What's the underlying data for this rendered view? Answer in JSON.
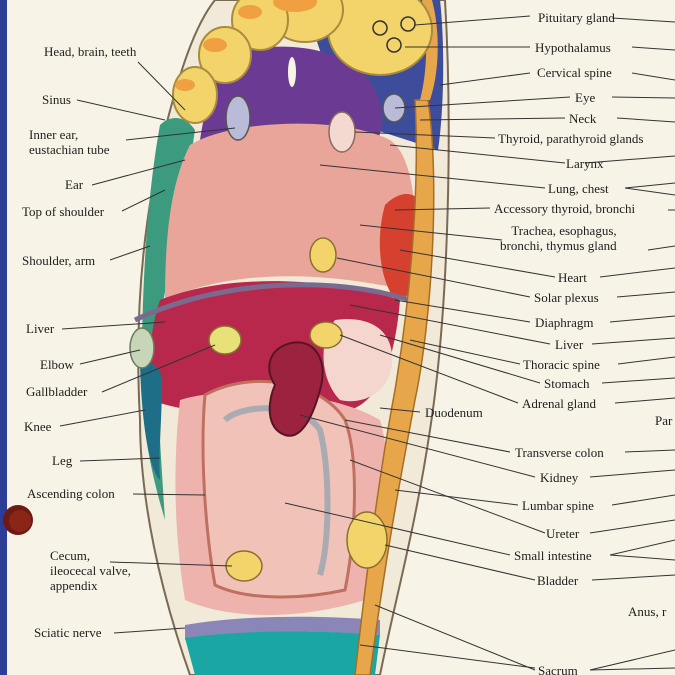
{
  "colors": {
    "paper": "#f7f3e6",
    "binding_edge": "#2c3d95",
    "toes": "#f3d46a",
    "purple": "#6b3b93",
    "blue": "#3d4d9c",
    "lung_pink": "#eaa59a",
    "liver_red": "#b8284c",
    "heel_pink": "#efb3ad",
    "heel_teal": "#1aa6a2",
    "green": "#3c9b7f",
    "spine_orange": "#e8a64b"
  },
  "left_labels": [
    {
      "id": "head-brain-teeth",
      "lines": [
        "Head, brain, teeth"
      ]
    },
    {
      "id": "sinus",
      "lines": [
        "Sinus"
      ]
    },
    {
      "id": "inner-ear",
      "lines": [
        "Inner ear,",
        "eustachian tube"
      ]
    },
    {
      "id": "ear",
      "lines": [
        "Ear"
      ]
    },
    {
      "id": "top-of-shoulder",
      "lines": [
        "Top of shoulder"
      ]
    },
    {
      "id": "shoulder-arm",
      "lines": [
        "Shoulder, arm"
      ]
    },
    {
      "id": "liver-left",
      "lines": [
        "Liver"
      ]
    },
    {
      "id": "elbow",
      "lines": [
        "Elbow"
      ]
    },
    {
      "id": "gallbladder",
      "lines": [
        "Gallbladder"
      ]
    },
    {
      "id": "knee",
      "lines": [
        "Knee"
      ]
    },
    {
      "id": "leg",
      "lines": [
        "Leg"
      ]
    },
    {
      "id": "ascending-colon",
      "lines": [
        "Ascending colon"
      ]
    },
    {
      "id": "cecum",
      "lines": [
        "Cecum,",
        "ileocecal valve,",
        "appendix"
      ]
    },
    {
      "id": "sciatic-nerve",
      "lines": [
        "Sciatic nerve"
      ]
    }
  ],
  "right_labels": [
    {
      "id": "pituitary-gland",
      "lines": [
        "Pituitary gland"
      ]
    },
    {
      "id": "hypothalamus",
      "lines": [
        "Hypothalamus"
      ]
    },
    {
      "id": "cervical-spine",
      "lines": [
        "Cervical spine"
      ]
    },
    {
      "id": "eye",
      "lines": [
        "Eye"
      ]
    },
    {
      "id": "neck",
      "lines": [
        "Neck"
      ]
    },
    {
      "id": "thyroid",
      "lines": [
        "Thyroid, parathyroid glands"
      ]
    },
    {
      "id": "larynx",
      "lines": [
        "Larynx"
      ]
    },
    {
      "id": "lung-chest",
      "lines": [
        "Lung, chest"
      ]
    },
    {
      "id": "accessory-thyroid",
      "lines": [
        "Accessory thyroid, bronchi"
      ]
    },
    {
      "id": "trachea",
      "lines": [
        "Trachea, esophagus,",
        "bronchi, thymus gland"
      ]
    },
    {
      "id": "heart",
      "lines": [
        "Heart"
      ]
    },
    {
      "id": "solar-plexus",
      "lines": [
        "Solar plexus"
      ]
    },
    {
      "id": "diaphragm",
      "lines": [
        "Diaphragm"
      ]
    },
    {
      "id": "liver-right",
      "lines": [
        "Liver"
      ]
    },
    {
      "id": "thoracic-spine",
      "lines": [
        "Thoracic spine"
      ]
    },
    {
      "id": "stomach",
      "lines": [
        "Stomach"
      ]
    },
    {
      "id": "adrenal-gland",
      "lines": [
        "Adrenal gland"
      ]
    },
    {
      "id": "duodenum",
      "lines": [
        "Duodenum"
      ]
    },
    {
      "id": "transverse-colon",
      "lines": [
        "Transverse colon"
      ]
    },
    {
      "id": "kidney",
      "lines": [
        "Kidney"
      ]
    },
    {
      "id": "lumbar-spine",
      "lines": [
        "Lumbar spine"
      ]
    },
    {
      "id": "ureter",
      "lines": [
        "Ureter"
      ]
    },
    {
      "id": "small-intestine",
      "lines": [
        "Small intestine"
      ]
    },
    {
      "id": "bladder",
      "lines": [
        "Bladder"
      ]
    },
    {
      "id": "sacrum",
      "lines": [
        "Sacrum"
      ]
    }
  ],
  "cutoff_labels": [
    {
      "id": "par",
      "lines": [
        "Par"
      ]
    },
    {
      "id": "anus",
      "lines": [
        "Anus, r"
      ]
    }
  ]
}
